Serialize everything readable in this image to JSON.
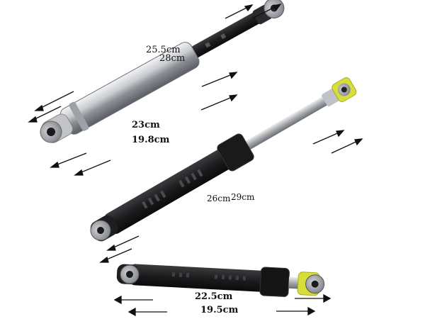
{
  "colors": {
    "background": "#ffffff",
    "chrome": "#c9ccd0",
    "black_plastic": "#1c1c1e",
    "rubber_grey": "#8e9197",
    "yellow_bushing": "#d6de3a",
    "arrow": "#111111",
    "label": "#111111"
  },
  "labels": {
    "top_long_a": "25.5cm",
    "top_long_b": "28cm",
    "top_short_a": "23cm",
    "top_short_b": "19.8cm",
    "middle_a": "26cm",
    "middle_b": "29cm",
    "bottom_a": "22.5cm",
    "bottom_b": "19.5cm"
  },
  "icons": {
    "arrow": "right-pointing-arrow-icon",
    "arrow_left": "left-pointing-arrow-icon"
  }
}
